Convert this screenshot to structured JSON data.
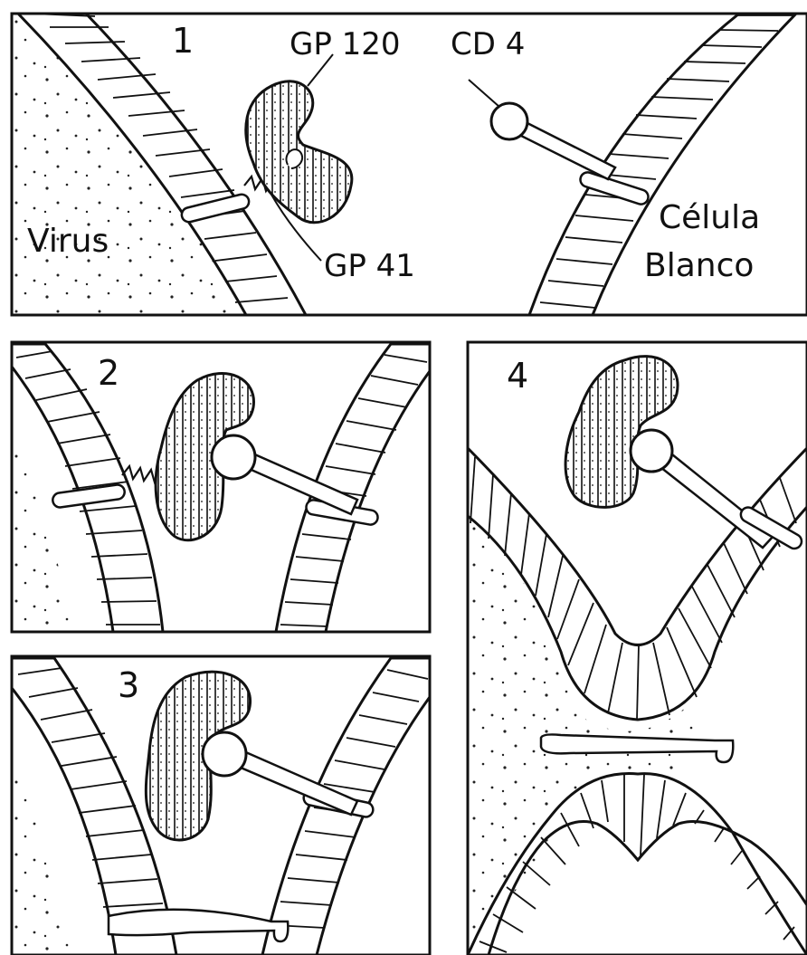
{
  "panels": [
    {
      "number": "1"
    },
    {
      "number": "2"
    },
    {
      "number": "3"
    },
    {
      "number": "4"
    }
  ],
  "labels": {
    "gp120": "GP 120",
    "cd4": "CD 4",
    "gp41": "GP 41",
    "virus": "Virus",
    "target_cell_line1": "Célula",
    "target_cell_line2": "Blanco"
  },
  "colors": {
    "ink": "#111111",
    "paper": "#ffffff"
  }
}
